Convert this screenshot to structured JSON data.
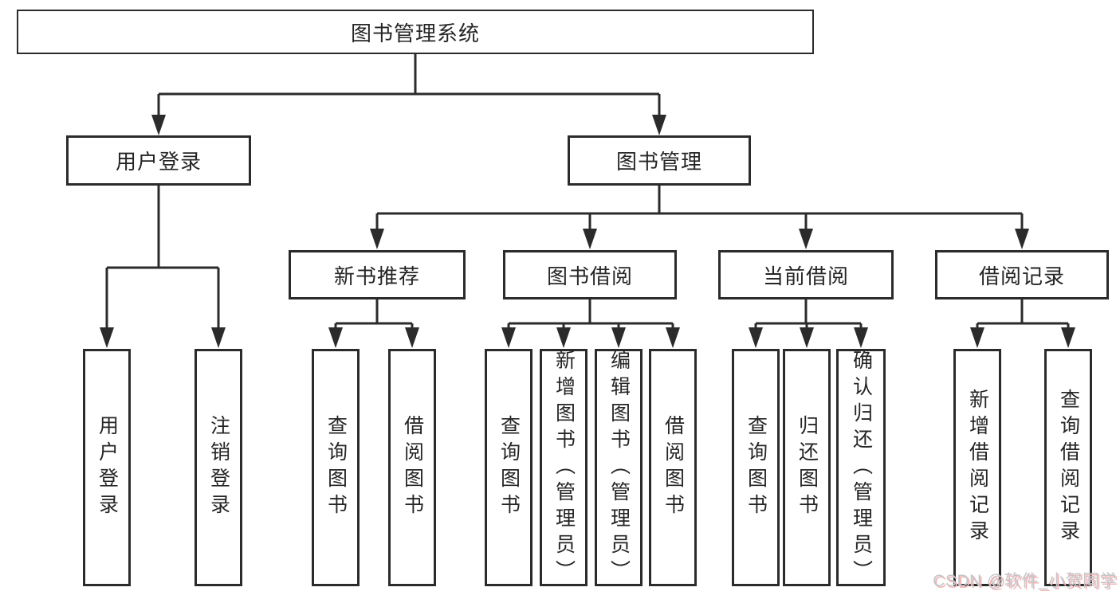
{
  "diagram": {
    "title": "图书管理系统",
    "root": {
      "label": "图书管理系统"
    },
    "level2": [
      {
        "label": "用户登录"
      },
      {
        "label": "图书管理"
      }
    ],
    "level3": [
      {
        "label": "新书推荐",
        "parent": "图书管理"
      },
      {
        "label": "图书借阅",
        "parent": "图书管理"
      },
      {
        "label": "当前借阅",
        "parent": "图书管理"
      },
      {
        "label": "借阅记录",
        "parent": "图书管理"
      }
    ],
    "leaves": [
      {
        "label": "用户登录",
        "parent": "用户登录"
      },
      {
        "label": "注销登录",
        "parent": "用户登录"
      },
      {
        "label": "查询图书",
        "parent": "新书推荐"
      },
      {
        "label": "借阅图书",
        "parent": "新书推荐"
      },
      {
        "label": "查询图书",
        "parent": "图书借阅"
      },
      {
        "label": "新增图书（管理员）",
        "parent": "图书借阅"
      },
      {
        "label": "编辑图书（管理员）",
        "parent": "图书借阅"
      },
      {
        "label": "借阅图书",
        "parent": "图书借阅"
      },
      {
        "label": "查询图书",
        "parent": "当前借阅"
      },
      {
        "label": "归还图书",
        "parent": "当前借阅"
      },
      {
        "label": "确认归还（管理员）",
        "parent": "当前借阅"
      },
      {
        "label": "新增借阅记录",
        "parent": "借阅记录"
      },
      {
        "label": "查询借阅记录",
        "parent": "借阅记录"
      }
    ]
  },
  "watermark": {
    "text": "CSDN @软件_小贺同学"
  },
  "colors": {
    "background": "#ffffff",
    "line": "#2b2b2b",
    "box_border": "#2b2b2b",
    "box_fill": "#ffffff",
    "text": "#252525",
    "watermark_text": "#c3c6cb",
    "watermark_shadow": "#f2b6b6"
  }
}
